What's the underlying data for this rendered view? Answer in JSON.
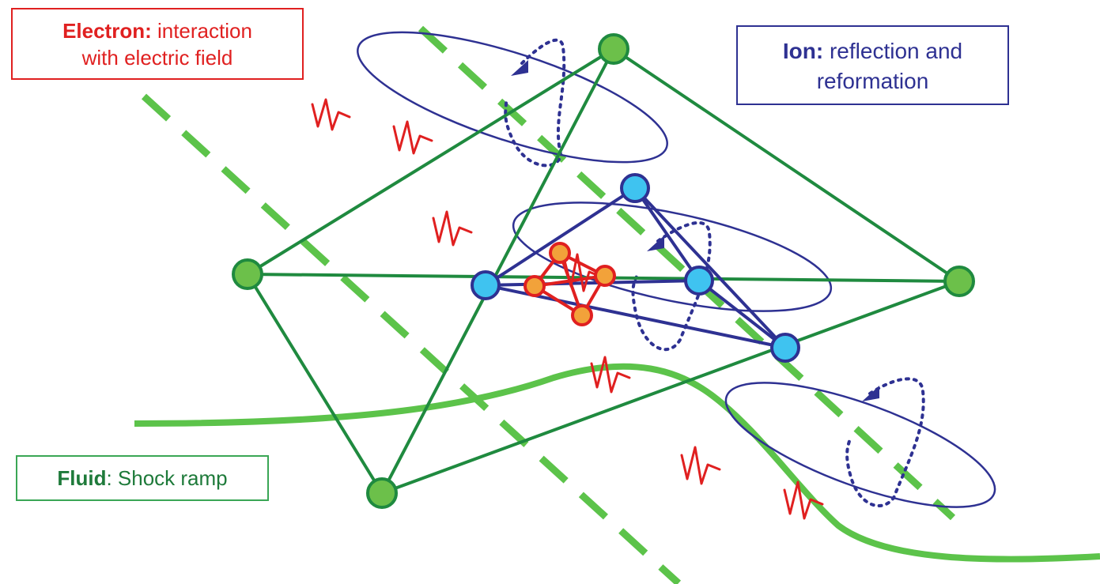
{
  "colors": {
    "electron": "#e02020",
    "ion": "#2e3192",
    "fluid_text": "#1e7a3a",
    "fluid_box": "#3aa655",
    "tetra_green": "#1f8a3f",
    "dashed_green": "#5cc34a",
    "shock_curve": "#5cc34a",
    "node_green_fill": "#6cc04a",
    "node_blue_fill": "#3fc3f0",
    "node_red_fill": "#f2a23a"
  },
  "labels": {
    "electron": {
      "bold": "Electron:",
      "rest_line1": " interaction",
      "line2": "with electric field"
    },
    "ion": {
      "bold": "Ion:",
      "rest_line1": " reflection and",
      "line2": "reformation"
    },
    "fluid": {
      "bold": "Fluid",
      "rest": ": Shock ramp"
    }
  },
  "icons": {
    "electron_wave": "electron-wave-icon",
    "ion_orbit": "ion-gyration-orbit-icon",
    "node": "node-circle-icon"
  }
}
